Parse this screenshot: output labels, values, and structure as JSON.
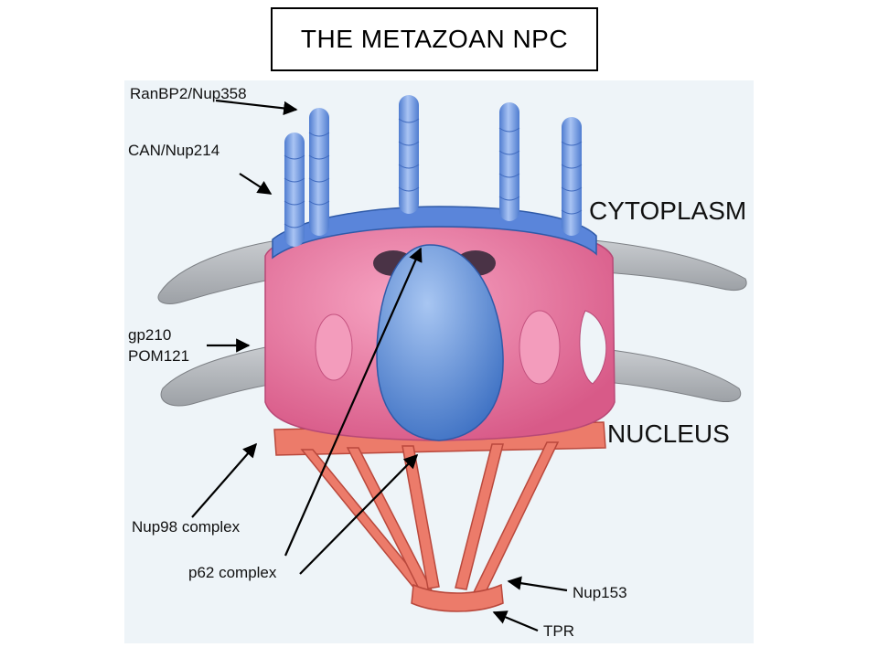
{
  "title": "THE METAZOAN NPC",
  "regions": {
    "cytoplasm": "CYTOPLASM",
    "nucleus": "NUCLEUS"
  },
  "labels": {
    "ranbp2": "RanBP2/Nup358",
    "can": "CAN/Nup214",
    "gp210": "gp210",
    "pom121": "POM121",
    "nup98": "Nup98 complex",
    "p62": "p62 complex",
    "nup153": "Nup153",
    "tpr": "TPR"
  },
  "colors": {
    "panel": "#eef4f8",
    "membrane": "#b9bcc0",
    "ring_pink": "#e9789f",
    "filament_blue": "#6e97e0",
    "central_blue": "#5c8fd6",
    "basket_orange": "#ec7b6a"
  }
}
